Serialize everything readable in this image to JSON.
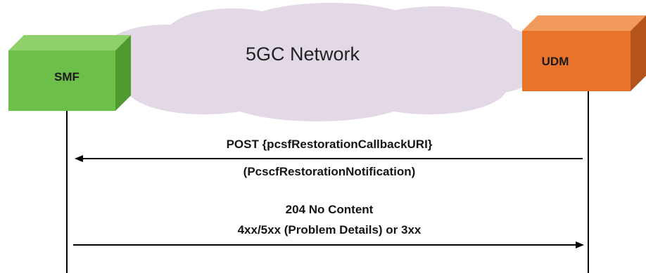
{
  "network": {
    "label": "5GC Network"
  },
  "nodes": {
    "smf": {
      "label": "SMF",
      "color": "#6cc04a"
    },
    "udm": {
      "label": "UDM",
      "color": "#e8742c"
    }
  },
  "messages": {
    "request_line": "POST {pcsfRestorationCallbackURI}",
    "request_body": "(PcscfRestorationNotification)",
    "response_success": "204 No Content",
    "response_error": "4xx/5xx (Problem Details) or 3xx"
  },
  "colors": {
    "cloud": "#e3d9e6",
    "line": "#000000"
  }
}
